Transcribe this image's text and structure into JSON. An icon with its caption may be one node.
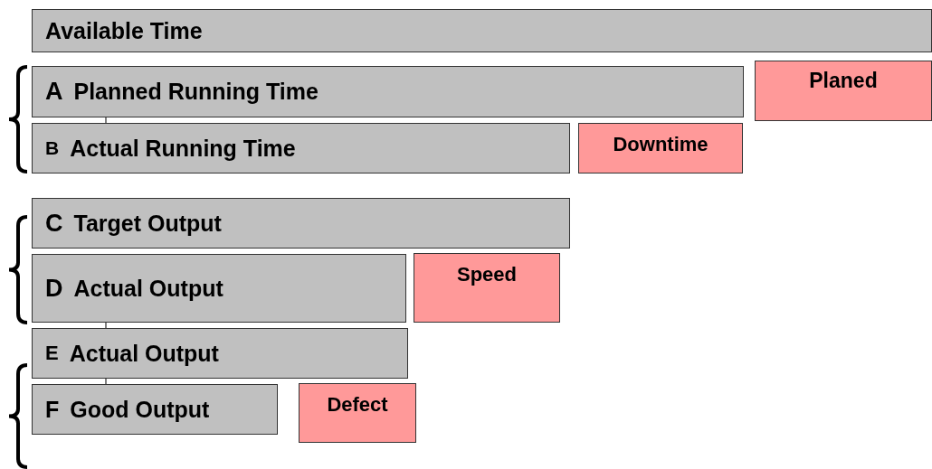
{
  "diagram": {
    "nodes": [
      {
        "text": [
          "Available Time"
        ]
      },
      {
        "text": [
          "A",
          "Planned Running Time"
        ]
      },
      {
        "text": [
          "Planed"
        ]
      },
      {
        "text": [
          "B",
          "Actual Running Time"
        ]
      },
      {
        "text": [
          "Downtime"
        ]
      },
      {
        "text": [
          "C",
          "Target Output"
        ]
      },
      {
        "text": [
          "D",
          "Actual Output"
        ]
      },
      {
        "text": [
          "Speed"
        ]
      },
      {
        "text": [
          "E",
          "Actual Output"
        ]
      },
      {
        "text": [
          "F",
          "Good Output"
        ]
      },
      {
        "text": [
          "Defect"
        ]
      }
    ],
    "edges": [
      {
        "from": 1,
        "to": 3,
        "arrow": "none"
      },
      {
        "from": 6,
        "to": 8,
        "arrow": "none"
      },
      {
        "from": 8,
        "to": 9,
        "arrow": "none"
      }
    ]
  }
}
